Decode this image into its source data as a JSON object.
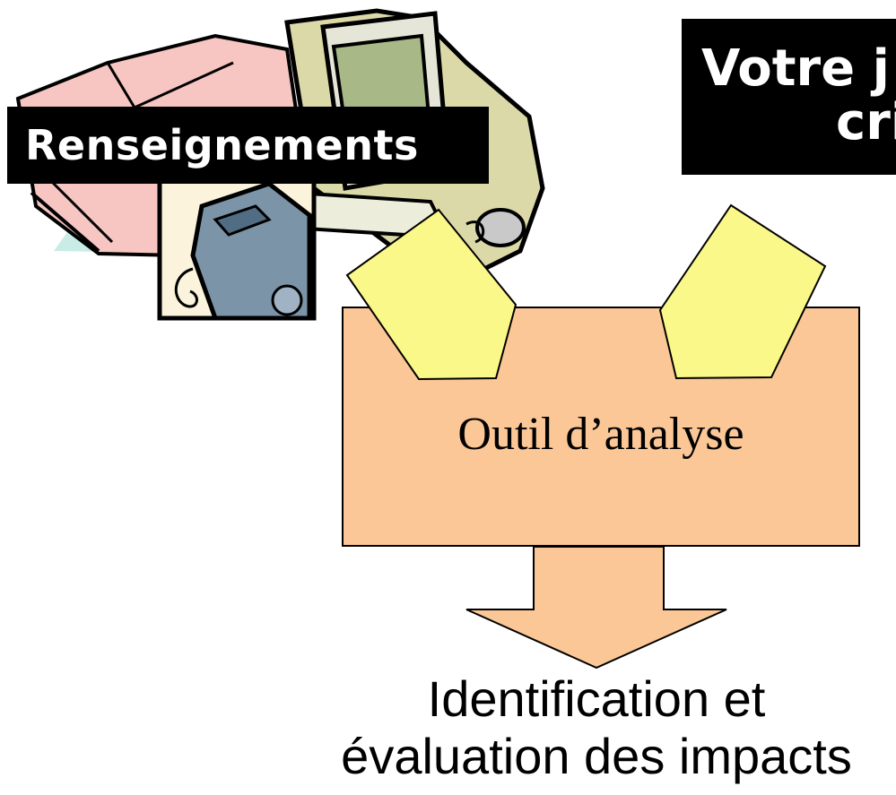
{
  "labels": {
    "source_info": "Renseignements",
    "votre_line1": "Votre j",
    "votre_line2": "cri"
  },
  "process": {
    "label": "Outil d’analyse"
  },
  "result": {
    "line1": "Identification et",
    "line2": "évaluation des impacts"
  },
  "icons": {
    "clipart": "office-clipart-icon",
    "arrows": "up-arrow-pentagon-icon"
  },
  "colors": {
    "process_box": "#fbc796",
    "arrows_in": "#fbf88a",
    "label_bg": "#000000",
    "monitor_screen": "#a8b987",
    "folder_pink": "#f7c6c3",
    "phone_gray": "#7c94a8"
  }
}
